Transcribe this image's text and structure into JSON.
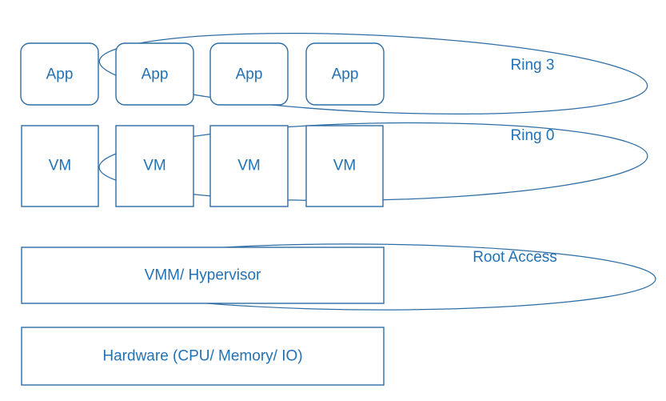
{
  "diagram": {
    "title": "Virtualization ring / privilege-level architecture diagram",
    "colors": {
      "stroke": "#2e6da4",
      "text": "#2272b5",
      "background": "#ffffff"
    },
    "app_row": {
      "boxes": [
        {
          "label": "App"
        },
        {
          "label": "App"
        },
        {
          "label": "App"
        },
        {
          "label": "App"
        }
      ]
    },
    "vm_row": {
      "boxes": [
        {
          "label": "VM"
        },
        {
          "label": "VM"
        },
        {
          "label": "VM"
        },
        {
          "label": "VM"
        }
      ]
    },
    "bars": [
      {
        "label": "VMM/ Hypervisor"
      },
      {
        "label": "Hardware (CPU/ Memory/ IO)"
      }
    ],
    "rings": [
      {
        "label": "Ring 3"
      },
      {
        "label": "Ring 0"
      },
      {
        "label": "Root Access"
      }
    ]
  }
}
